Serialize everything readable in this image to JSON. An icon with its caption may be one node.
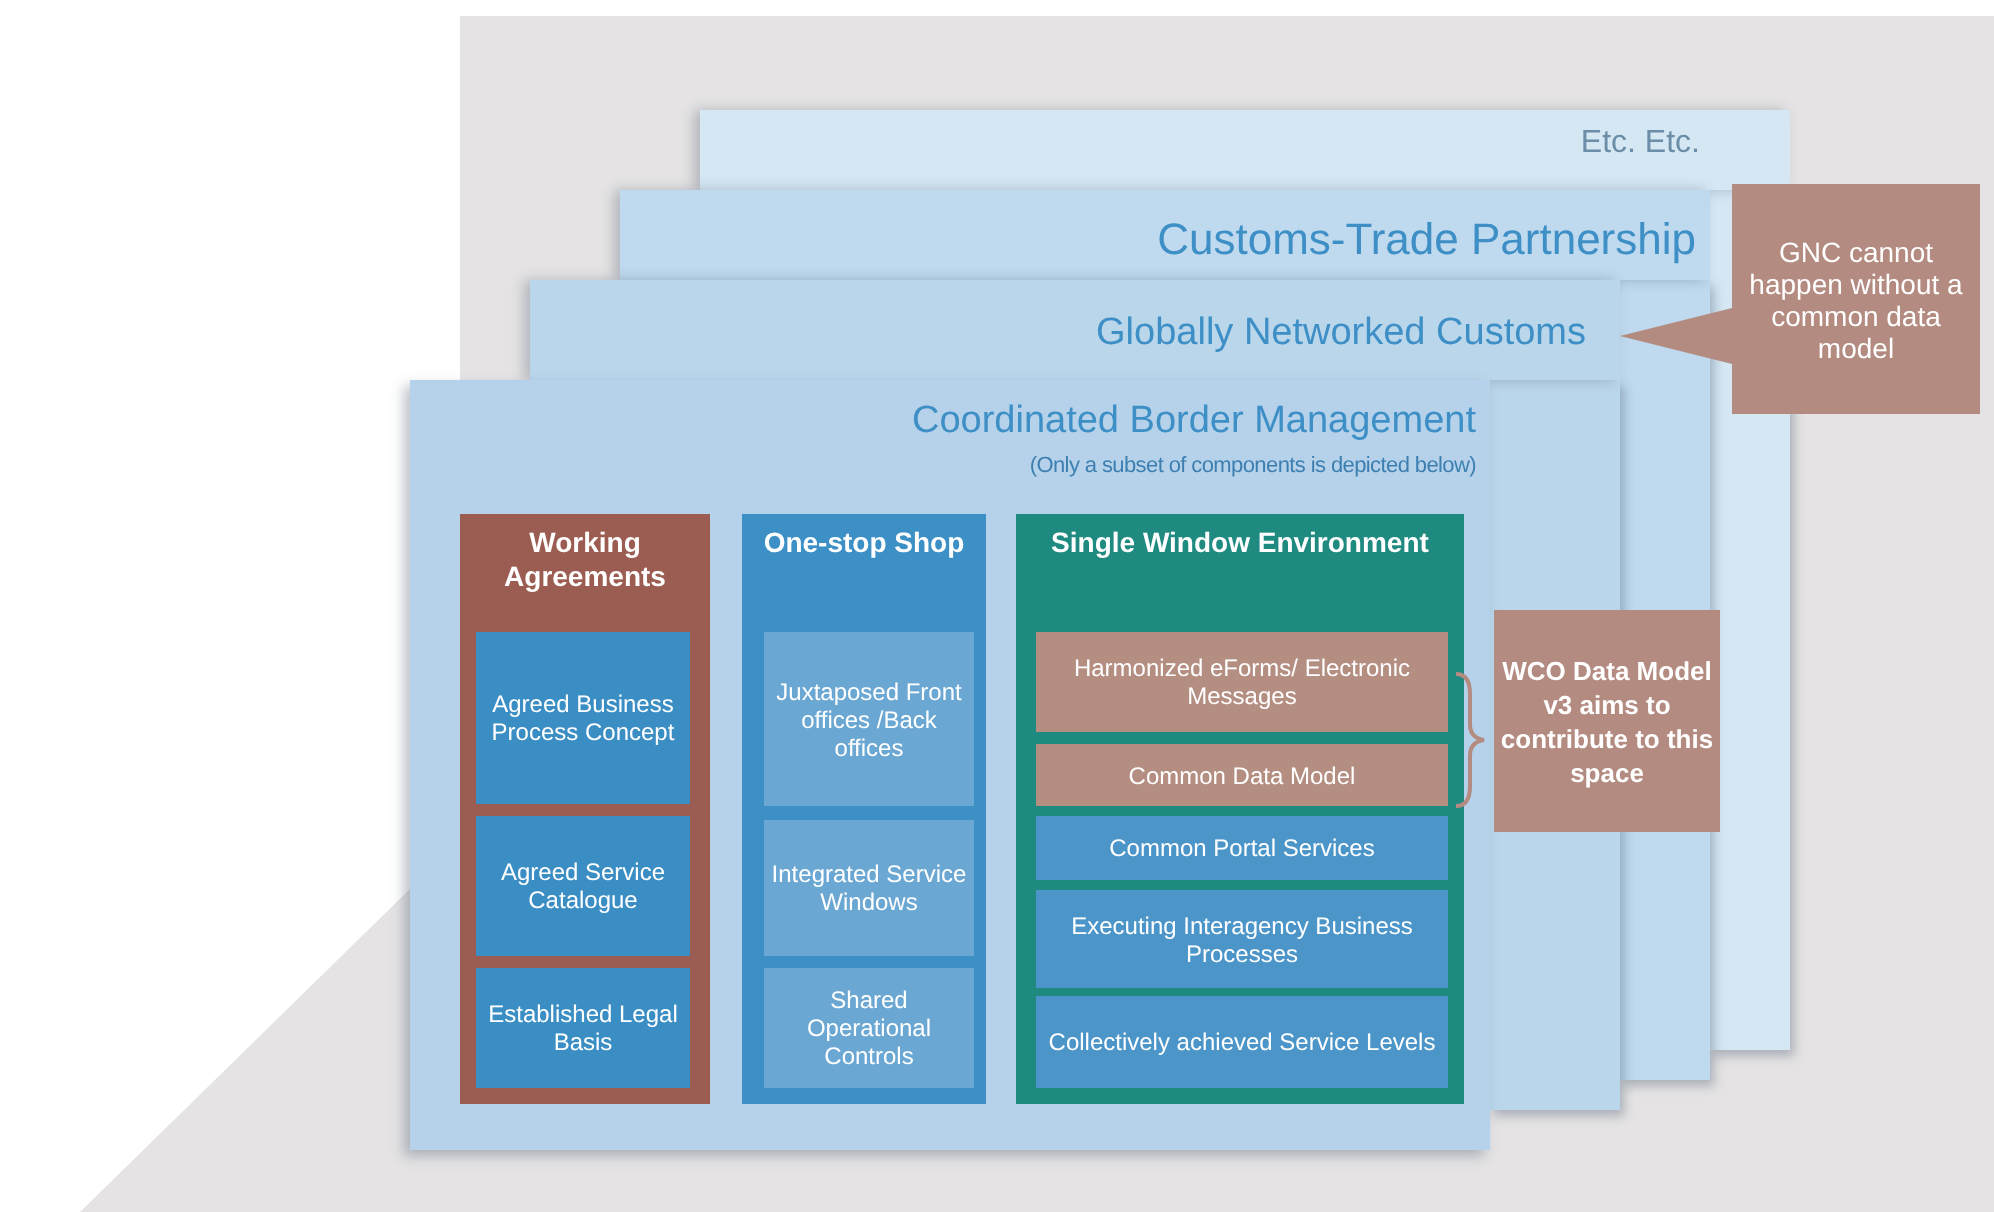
{
  "diagram": {
    "nodes": [
      {
        "text": [
          "Etc. Etc."
        ]
      },
      {
        "text": [
          "Customs-Trade Partnership"
        ]
      },
      {
        "text": [
          "Globally Networked Customs"
        ]
      },
      {
        "text": [
          "Coordinated Border Management",
          "(Only a subset of components is depicted below)"
        ]
      },
      {
        "text": [
          "Working Agreements"
        ],
        "in": 3
      },
      {
        "text": [
          "Agreed Business Process Concept"
        ],
        "in": 4
      },
      {
        "text": [
          "Agreed Service Catalogue"
        ],
        "in": 4
      },
      {
        "text": [
          "Established Legal Basis"
        ],
        "in": 4
      },
      {
        "text": [
          "One-stop Shop"
        ],
        "in": 3
      },
      {
        "text": [
          "Juxtaposed Front offices /Back offices"
        ],
        "in": 8
      },
      {
        "text": [
          "Integrated Service Windows"
        ],
        "in": 8
      },
      {
        "text": [
          "Shared Operational Controls"
        ],
        "in": 8
      },
      {
        "text": [
          "Single Window Environment"
        ],
        "in": 3
      },
      {
        "text": [
          "Harmonized eForms/ Electronic Messages"
        ],
        "in": 12
      },
      {
        "text": [
          "Common Data Model"
        ],
        "in": 12
      },
      {
        "text": [
          "Common Portal Services"
        ],
        "in": 12
      },
      {
        "text": [
          "Executing Interagency Business Processes"
        ],
        "in": 12
      },
      {
        "text": [
          "Collectively achieved Service Levels"
        ],
        "in": 12
      },
      {
        "text": [
          "GNC cannot happen without a common data model"
        ]
      },
      {
        "text": [
          "WCO Data Model v3 aims to contribute to this space"
        ]
      }
    ],
    "edges": [
      {
        "from": 18,
        "to": 2,
        "arrow": "none"
      }
    ]
  }
}
